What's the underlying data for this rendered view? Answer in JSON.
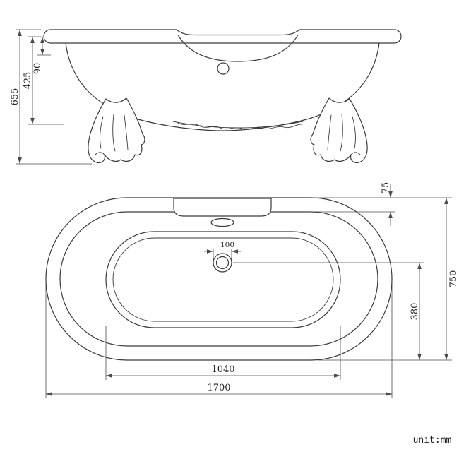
{
  "unit_label": "unit:mm",
  "side_view": {
    "dim_total_height": "655",
    "dim_body_height": "425",
    "dim_rim_depth": "90"
  },
  "plan_view": {
    "dim_rim_width": "75",
    "dim_overall_width": "750",
    "dim_drain_to_edge": "380",
    "dim_drain_diameter": "100",
    "dim_basin_length": "1040",
    "dim_overall_length": "1700"
  },
  "colors": {
    "line": "#3a3a3a",
    "background": "#ffffff"
  }
}
